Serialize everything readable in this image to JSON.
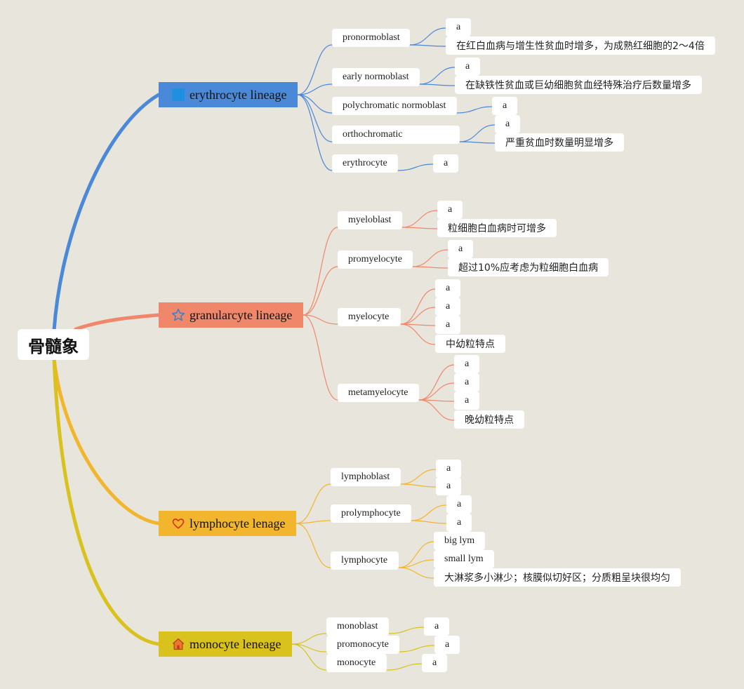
{
  "root": {
    "label": "骨髓象"
  },
  "branches": [
    {
      "label": "erythrocyte lineage",
      "color": "#4a88d8",
      "icon": "blue-square-icon",
      "children": [
        {
          "label": "pronormoblast",
          "leaves": [
            "a",
            "在红白血病与增生性贫血时增多，为成熟红细胞的2～4倍"
          ]
        },
        {
          "label": "early normoblast",
          "leaves": [
            "a",
            "在缺铁性贫血或巨幼细胞贫血经特殊治疗后数量增多"
          ]
        },
        {
          "label": "polychromatic normoblast",
          "leaves": [
            "a"
          ]
        },
        {
          "label": "orthochromatic",
          "leaves": [
            "a",
            "严重贫血时数量明显增多"
          ]
        },
        {
          "label": "erythrocyte",
          "leaves": [
            "a"
          ]
        }
      ]
    },
    {
      "label": "granularcyte lineage",
      "color": "#f0876a",
      "icon": "star-icon",
      "children": [
        {
          "label": "myeloblast",
          "leaves": [
            "a",
            "粒细胞白血病时可增多"
          ]
        },
        {
          "label": "promyelocyte",
          "leaves": [
            "a",
            "超过10%应考虑为粒细胞白血病"
          ]
        },
        {
          "label": "myelocyte",
          "leaves": [
            "a",
            "a",
            "a",
            "中幼粒特点"
          ]
        },
        {
          "label": "metamyelocyte",
          "leaves": [
            "a",
            "a",
            "a",
            "晚幼粒特点"
          ]
        }
      ]
    },
    {
      "label": "lymphocyte lenage",
      "color": "#f2b62e",
      "icon": "heart-icon",
      "children": [
        {
          "label": "lymphoblast",
          "leaves": [
            "a",
            "a"
          ]
        },
        {
          "label": "prolymphocyte",
          "leaves": [
            "a",
            "a"
          ]
        },
        {
          "label": "lymphocyte",
          "leaves": [
            "big lym",
            "small lym",
            "大淋浆多小淋少；核膜似切好区；分质粗呈块很均匀"
          ]
        }
      ]
    },
    {
      "label": "monocyte leneage",
      "color": "#d9c21e",
      "icon": "home-icon",
      "children": [
        {
          "label": "monoblast",
          "leaves": [
            "a"
          ]
        },
        {
          "label": "promonocyte",
          "leaves": [
            "a"
          ]
        },
        {
          "label": "monocyte",
          "leaves": [
            "a"
          ]
        }
      ]
    }
  ]
}
